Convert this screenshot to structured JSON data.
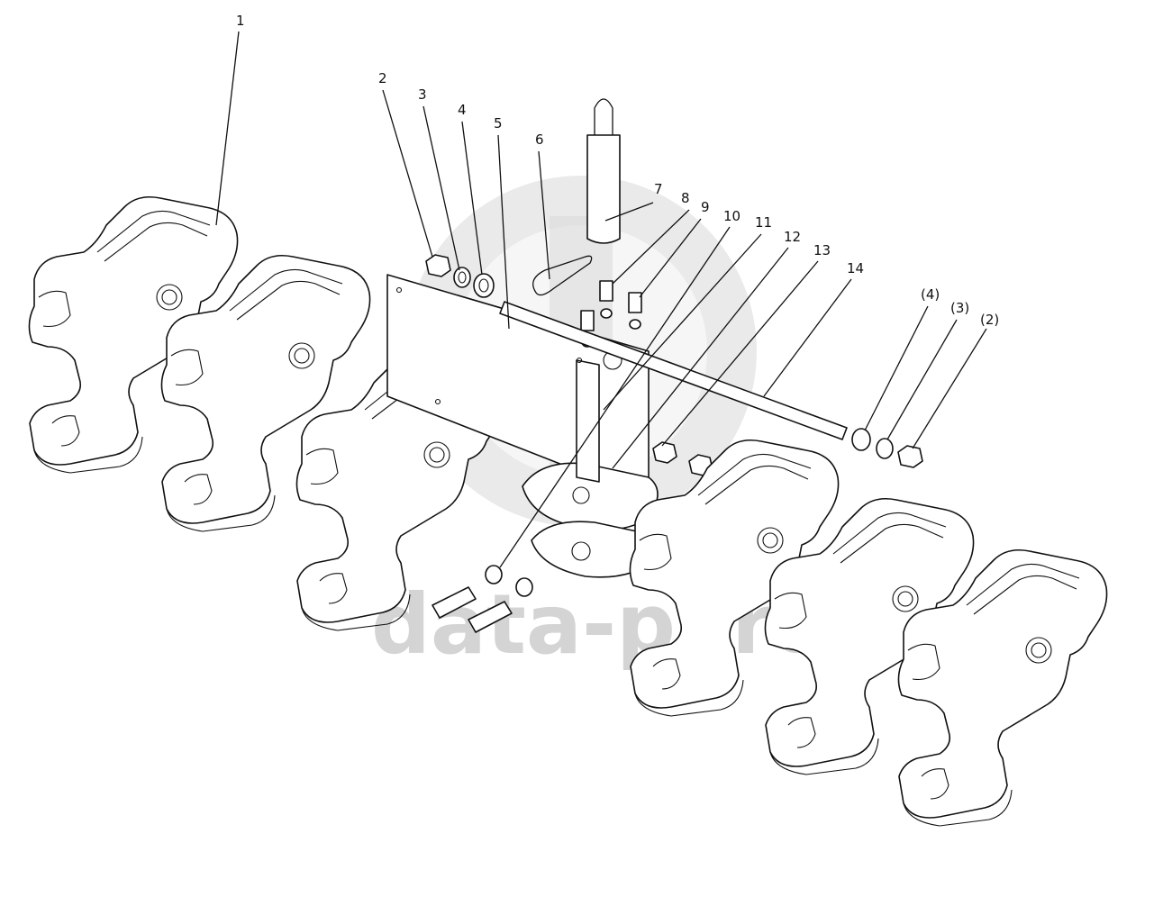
{
  "watermark": {
    "text": "data-parts"
  },
  "callouts": [
    {
      "label": "1"
    },
    {
      "label": "2"
    },
    {
      "label": "3"
    },
    {
      "label": "4"
    },
    {
      "label": "5"
    },
    {
      "label": "6"
    },
    {
      "label": "7"
    },
    {
      "label": "8"
    },
    {
      "label": "9"
    },
    {
      "label": "10"
    },
    {
      "label": "11"
    },
    {
      "label": "12"
    },
    {
      "label": "13"
    },
    {
      "label": "14"
    },
    {
      "label": "(4)"
    },
    {
      "label": "(3)"
    },
    {
      "label": "(2)"
    }
  ]
}
